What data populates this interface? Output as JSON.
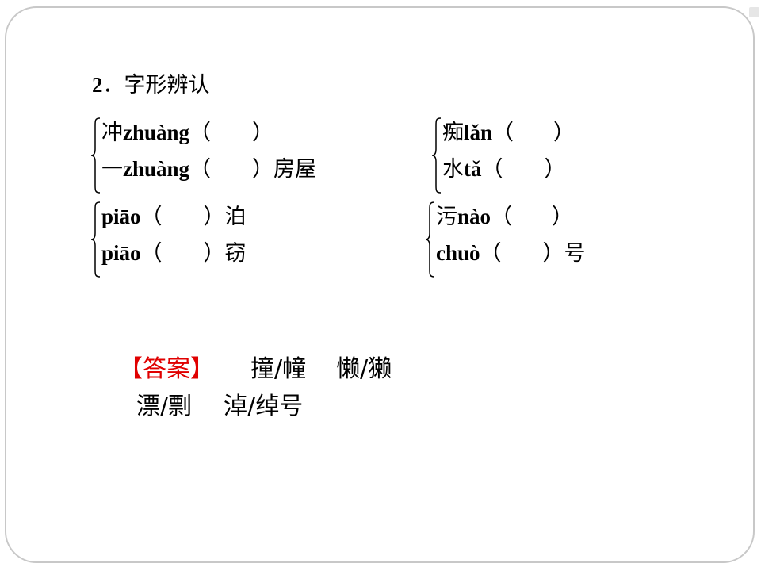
{
  "heading": {
    "number": "2",
    "sep": "．",
    "title": "字形辨认"
  },
  "groups": [
    {
      "line1": {
        "pre": "冲",
        "pinyin": "zhuàng",
        "open": "（",
        "close": "）",
        "post": ""
      },
      "line2": {
        "pre": "一",
        "pinyin": "zhuàng",
        "open": "（",
        "close": "）",
        "post": "房屋"
      }
    },
    {
      "line1": {
        "pre": "痴",
        "pinyin": "lǎn",
        "open": "（",
        "close": "）",
        "post": ""
      },
      "line2": {
        "pre": "水",
        "pinyin": "tǎ",
        "open": "（",
        "close": "）",
        "post": ""
      }
    },
    {
      "line1": {
        "pre": "",
        "pinyin": "piāo",
        "open": "（",
        "close": "）",
        "post": "泊"
      },
      "line2": {
        "pre": "",
        "pinyin": "piāo",
        "open": "（",
        "close": "）",
        "post": "窃"
      }
    },
    {
      "line1": {
        "pre": "污",
        "pinyin": "nào",
        "open": "（",
        "close": "）",
        "post": ""
      },
      "line2": {
        "pre": "",
        "pinyin": "chuò",
        "open": "（",
        "close": "）",
        "post": "号"
      }
    }
  ],
  "answer": {
    "label": "【答案】",
    "items_line1": [
      "撞/幢",
      "懒/獭"
    ],
    "items_line2": [
      "漂/剽",
      "淖/绰号"
    ]
  },
  "colors": {
    "answer_label": "#e00000",
    "frame": "#c8c8c8"
  }
}
